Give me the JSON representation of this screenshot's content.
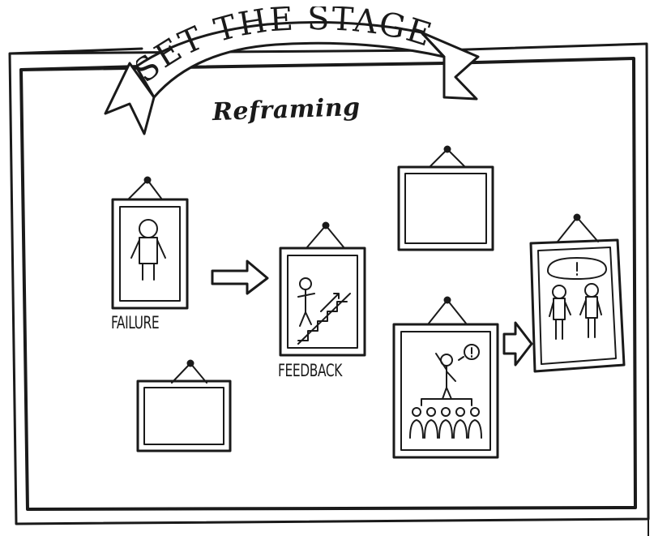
{
  "banner": {
    "title": "SET THE STAGE"
  },
  "subtitle": "Reframing",
  "frames": {
    "failure": {
      "caption": "FAILURE"
    },
    "feedback": {
      "caption": "FEEDBACK"
    }
  },
  "colors": {
    "ink": "#1a1a1a",
    "paper": "#ffffff"
  },
  "icons": [
    "arrow-right-icon",
    "stick-figure-icon",
    "stairs-icon",
    "speech-bubble-icon",
    "audience-icon",
    "hanging-hook-icon"
  ]
}
